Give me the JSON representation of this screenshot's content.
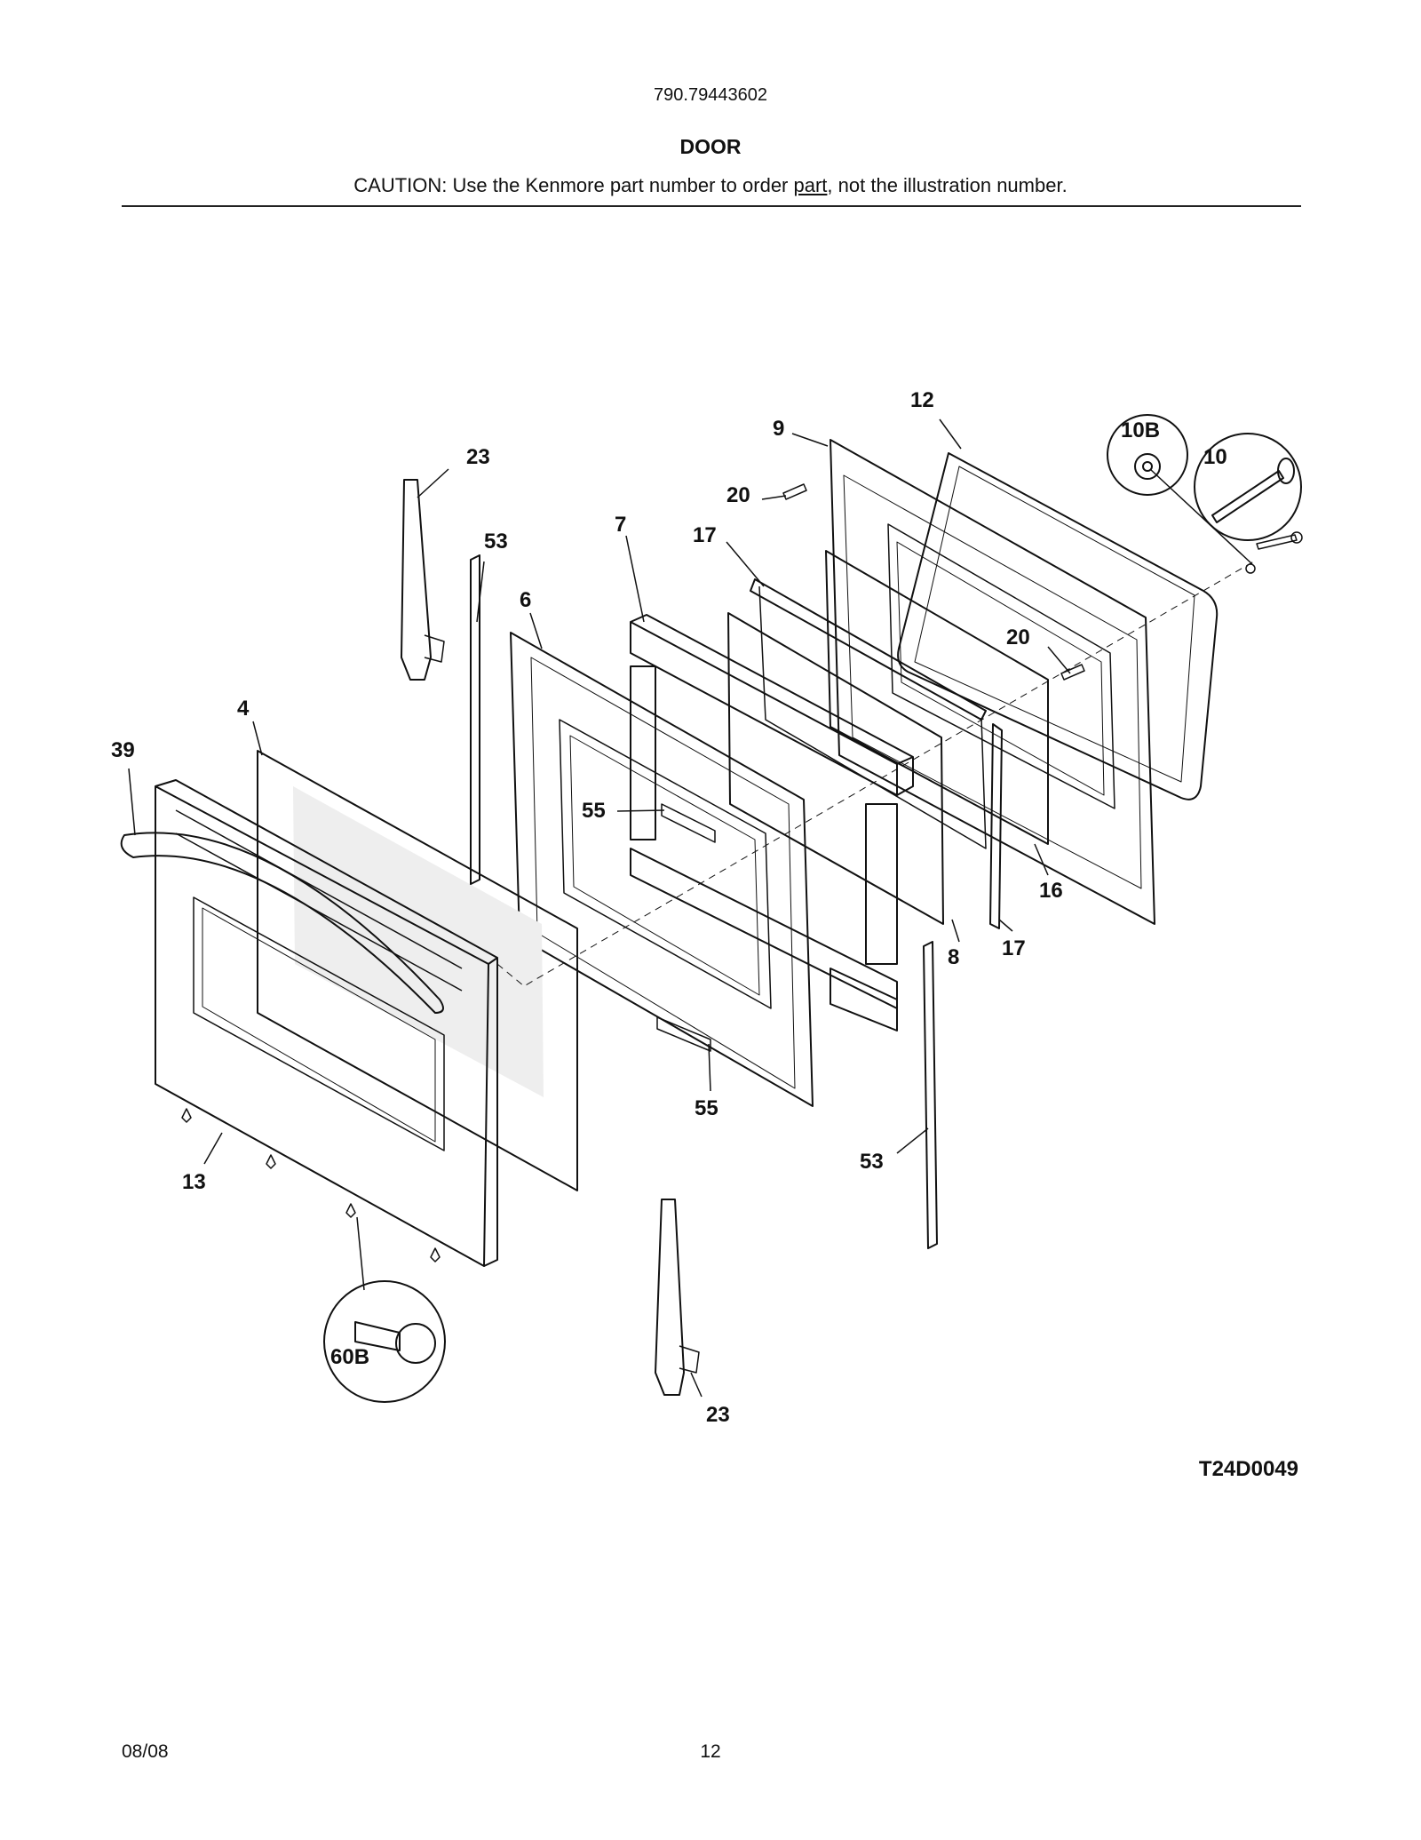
{
  "header": {
    "model_number": "790.79443602",
    "title": "DOOR",
    "caution_prefix": "CAUTION: Use the Kenmore part number to order ",
    "caution_underlined": "part",
    "caution_suffix": ", not the illustration number."
  },
  "callouts": [
    {
      "id": "c12",
      "label": "12"
    },
    {
      "id": "c9",
      "label": "9"
    },
    {
      "id": "c10B",
      "label": "10B"
    },
    {
      "id": "c10",
      "label": "10"
    },
    {
      "id": "c23a",
      "label": "23"
    },
    {
      "id": "c20a",
      "label": "20"
    },
    {
      "id": "c53a",
      "label": "53"
    },
    {
      "id": "c7",
      "label": "7"
    },
    {
      "id": "c17a",
      "label": "17"
    },
    {
      "id": "c6",
      "label": "6"
    },
    {
      "id": "c20b",
      "label": "20"
    },
    {
      "id": "c4",
      "label": "4"
    },
    {
      "id": "c39",
      "label": "39"
    },
    {
      "id": "c55a",
      "label": "55"
    },
    {
      "id": "c16",
      "label": "16"
    },
    {
      "id": "c8",
      "label": "8"
    },
    {
      "id": "c17b",
      "label": "17"
    },
    {
      "id": "c55b",
      "label": "55"
    },
    {
      "id": "c53b",
      "label": "53"
    },
    {
      "id": "c13",
      "label": "13"
    },
    {
      "id": "c60B",
      "label": "60B"
    },
    {
      "id": "c23b",
      "label": "23"
    }
  ],
  "diagram_code": "T24D0049",
  "footer": {
    "date": "08/08",
    "page_number": "12"
  }
}
